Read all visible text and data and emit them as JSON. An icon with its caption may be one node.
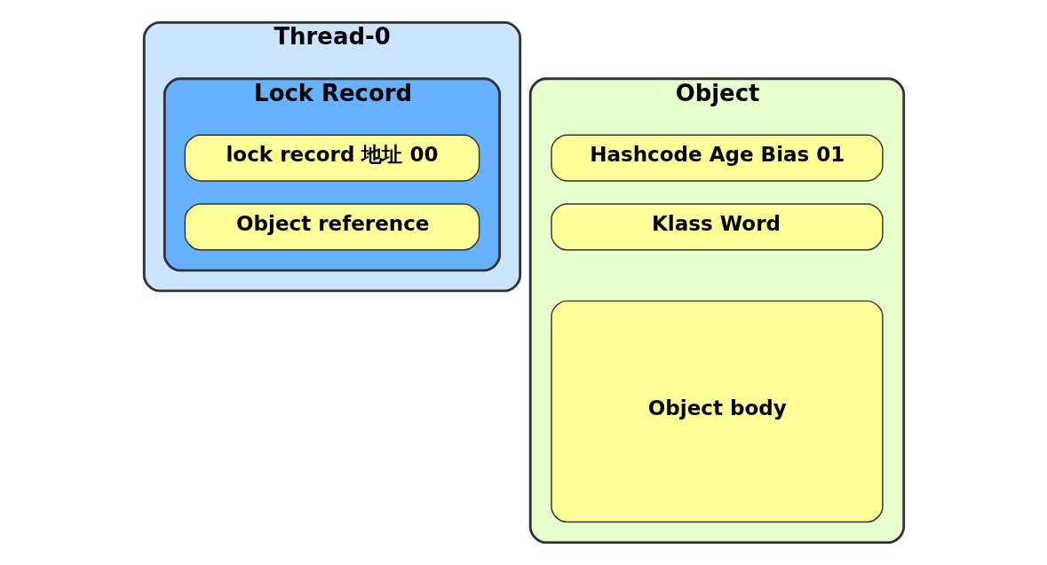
{
  "diagram": {
    "nodes": [
      {
        "text": [
          "Thread-0"
        ]
      },
      {
        "text": [
          "Lock Record"
        ],
        "in": 0
      },
      {
        "text": [
          "lock record 地址 00"
        ],
        "in": 1
      },
      {
        "text": [
          "Object reference"
        ],
        "in": 1
      },
      {
        "text": [
          "Object"
        ]
      },
      {
        "text": [
          "Hashcode Age Bias 01"
        ],
        "in": 4
      },
      {
        "text": [
          "Klass Word"
        ],
        "in": 4
      },
      {
        "text": [
          "Object body"
        ],
        "in": 4
      }
    ],
    "edges": []
  }
}
